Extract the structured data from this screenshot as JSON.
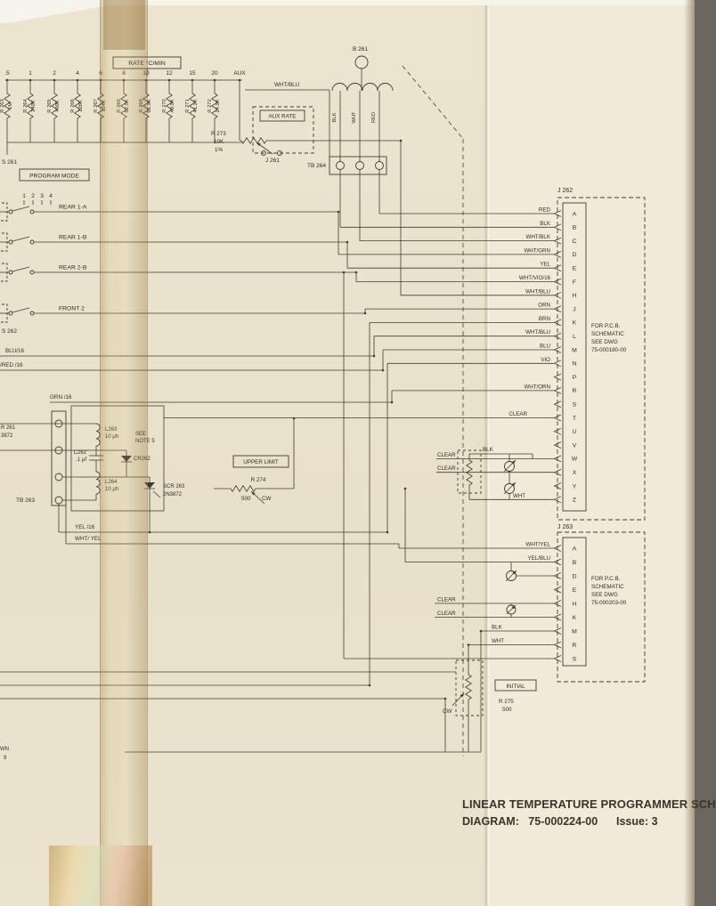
{
  "titles": {
    "drawing_title": "LINEAR TEMPERATURE PROGRAMMER SCH",
    "drawing_number_line": "DIAGRAM:   75-000224-00      Issue: 3"
  },
  "rate": {
    "box_label": "RATE °C/MIN",
    "ticks": [
      ".5",
      "1",
      "2",
      "4",
      "6",
      "8",
      "10",
      "12",
      "15",
      "20",
      "AUX"
    ],
    "switch_ref": "S 261",
    "resistors": [
      {
        "ref": "R 263",
        "value": "1M"
      },
      {
        "ref": "R 264",
        "value": "249K"
      },
      {
        "ref": "R 265",
        "value": "499K"
      },
      {
        "ref": "R 266",
        "value": "226K"
      },
      {
        "ref": "R 267",
        "value": "124K"
      },
      {
        "ref": "R 268",
        "value": "82.5K"
      },
      {
        "ref": "R 269",
        "value": "61.9K"
      },
      {
        "ref": "R 270",
        "value": "49.9K"
      },
      {
        "ref": "R 271",
        "value": "41.2K"
      },
      {
        "ref": "R 272",
        "value": "24.9K"
      }
    ]
  },
  "aux": {
    "wire": "WHT/BLU",
    "box_label": "AUX RATE",
    "pot": {
      "ref": "R 273",
      "value": "10K",
      "tol": "1%"
    },
    "connector": "J 261"
  },
  "blower": {
    "ref": "B 261",
    "wires": [
      "BLK",
      "WHT",
      "RED"
    ],
    "terminal_block": "TB 264"
  },
  "program_mode": {
    "box_label": "PROGRAM MODE",
    "positions": [
      "1",
      "2",
      "3",
      "4"
    ],
    "switches": [
      "REAR  1-A",
      "REAR  1-B",
      "REAR  2-B",
      "FRONT  2"
    ],
    "switch_ref": "S 262"
  },
  "left_wires": [
    "BLU/16",
    "/RED /16",
    "GRN /16",
    "YEL /16",
    "WHT/ YEL"
  ],
  "left_partial": {
    "l1": "R 261",
    "l2": "3872",
    "l3": "WN",
    "l4": "9"
  },
  "tb263": {
    "ref": "TB 263"
  },
  "filter_box": {
    "l263": {
      "ref": "L263",
      "value": "10 μh"
    },
    "note": [
      "SEE",
      "NOTE 5"
    ],
    "c262": {
      "ref": "C262",
      "value": ".1 μf"
    },
    "cr262": {
      "ref": "CR262"
    },
    "l264": {
      "ref": "L264",
      "value": "10 μh"
    },
    "scr263": {
      "ref": "SCR 263",
      "value": "2N3872"
    }
  },
  "upper_limit": {
    "box_label": "UPPER LIMIT",
    "pot": {
      "ref": "R 274",
      "value": "500",
      "dir": "CW"
    }
  },
  "initial": {
    "box_label": "INITIAL",
    "pot": {
      "ref": "R 275",
      "value": "500",
      "dir": "CW"
    }
  },
  "j262": {
    "ref": "J 262",
    "pins": [
      "A",
      "B",
      "C",
      "D",
      "E",
      "F",
      "H",
      "J",
      "K",
      "L",
      "M",
      "N",
      "P",
      "R",
      "S",
      "T",
      "U",
      "V",
      "W",
      "X",
      "Y",
      "Z"
    ],
    "note": [
      "FOR P.C.B.",
      "SCHEMATIC",
      "SEE DWG",
      "75-000180-00"
    ],
    "wires": [
      {
        "pin": "A",
        "label": "RED"
      },
      {
        "pin": "B",
        "label": "BLK"
      },
      {
        "pin": "C",
        "label": "WHT/BLK"
      },
      {
        "pin": "D",
        "label": "WHT/GRN"
      },
      {
        "pin": "E",
        "label": "YEL"
      },
      {
        "pin": "F",
        "label": "WHT/VIO/16"
      },
      {
        "pin": "H",
        "label": "WHT/BLU"
      },
      {
        "pin": "J",
        "label": "ORN"
      },
      {
        "pin": "K",
        "label": "BRN"
      },
      {
        "pin": "L",
        "label": "WHT/BLU"
      },
      {
        "pin": "M",
        "label": "BLU"
      },
      {
        "pin": "N",
        "label": "VIO"
      },
      {
        "pin": "R",
        "label": "WHT/ORN"
      },
      {
        "pin": "T",
        "label": "CLEAR"
      },
      {
        "pin": "V",
        "label": "BLK"
      },
      {
        "pin": "W",
        "label": "CLEAR"
      },
      {
        "pin": "X",
        "label": "CLEAR"
      },
      {
        "pin": "Z",
        "label": "WHT"
      }
    ]
  },
  "j263": {
    "ref": "J 263",
    "pins": [
      "A",
      "B",
      "D",
      "E",
      "H",
      "K",
      "M",
      "R",
      "S"
    ],
    "note": [
      "FOR P.C.B.",
      "SCHEMATIC",
      "SEE DWG",
      "75-000203-00"
    ],
    "wires": [
      {
        "pin": "A",
        "label": "WHT/YEL"
      },
      {
        "pin": "B",
        "label": "YEL/BLU"
      },
      {
        "pin": "H",
        "label": "CLEAR"
      },
      {
        "pin": "K",
        "label": "CLEAR"
      },
      {
        "pin": "M",
        "label": "BLK"
      },
      {
        "pin": "R",
        "label": "WHT"
      }
    ]
  }
}
